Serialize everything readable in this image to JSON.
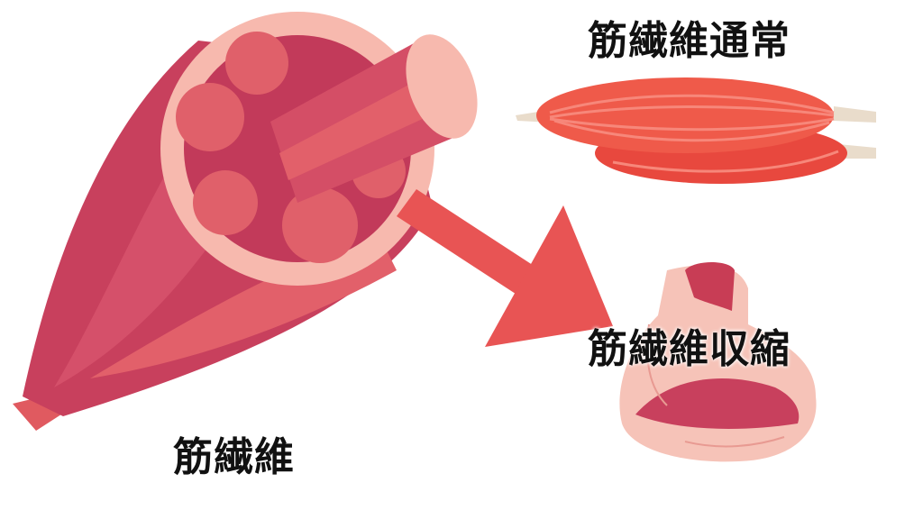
{
  "labels": {
    "normal": "筋繊維通常",
    "contracted": "筋繊維収縮",
    "fiber": "筋繊維"
  },
  "colors": {
    "muscle_dark": "#c23a5a",
    "muscle_mid": "#d5506a",
    "muscle_light": "#e2606a",
    "ring_pink": "#f7b9ae",
    "arrow": "#e85454",
    "spindle": "#ef5a4a",
    "tendon": "#e9dccb",
    "skin": "#f6c3b8"
  }
}
